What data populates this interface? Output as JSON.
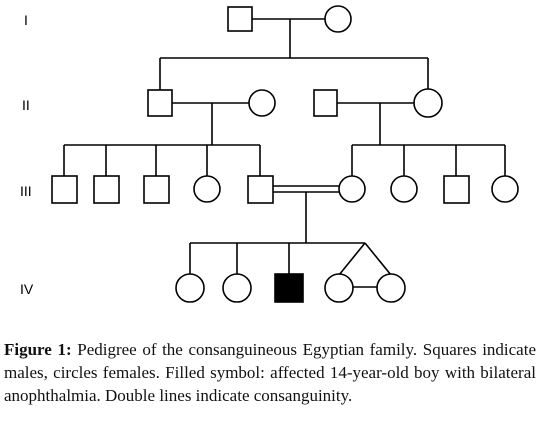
{
  "generations": {
    "g1": "I",
    "g2": "II",
    "g3": "III",
    "g4": "IV"
  },
  "individuals": {
    "I-1": {
      "sex": "male",
      "affected": false
    },
    "I-2": {
      "sex": "female",
      "affected": false
    },
    "II-1": {
      "sex": "male",
      "affected": false
    },
    "II-2": {
      "sex": "female",
      "affected": false
    },
    "II-3": {
      "sex": "male",
      "affected": false
    },
    "II-4": {
      "sex": "female",
      "affected": false
    },
    "III-1": {
      "sex": "male",
      "affected": false
    },
    "III-2": {
      "sex": "male",
      "affected": false
    },
    "III-3": {
      "sex": "male",
      "affected": false
    },
    "III-4": {
      "sex": "female",
      "affected": false
    },
    "III-5": {
      "sex": "male",
      "affected": false
    },
    "III-6": {
      "sex": "female",
      "affected": false
    },
    "III-7": {
      "sex": "female",
      "affected": false
    },
    "III-8": {
      "sex": "male",
      "affected": false
    },
    "III-9": {
      "sex": "female",
      "affected": false
    },
    "IV-1": {
      "sex": "female",
      "affected": false
    },
    "IV-2": {
      "sex": "female",
      "affected": false
    },
    "IV-3": {
      "sex": "male",
      "affected": true
    },
    "IV-4": {
      "sex": "female",
      "affected": false,
      "twin": "identical"
    },
    "IV-5": {
      "sex": "female",
      "affected": false,
      "twin": "identical"
    }
  },
  "consanguineous_union": [
    "III-5",
    "III-6"
  ],
  "caption": {
    "label": "Figure 1:",
    "text": "Pedigree of the consanguineous Egyptian family. Squares indicate males, circles females. Filled symbol: affected 14-year-old boy with bilateral anophthalmia. Double lines indicate consanguinity."
  }
}
